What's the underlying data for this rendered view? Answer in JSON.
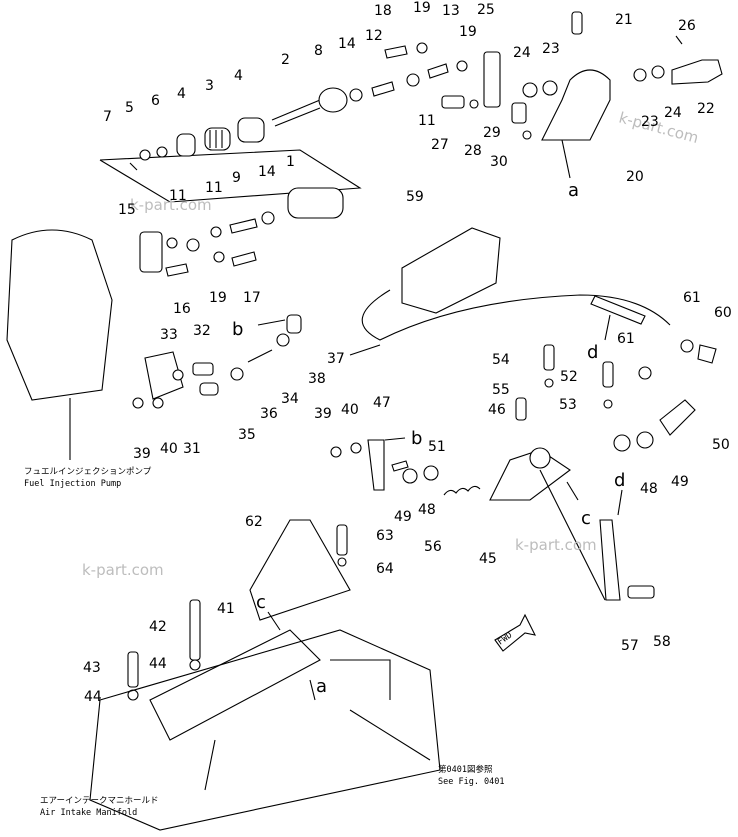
{
  "callouts": {
    "c1": "1",
    "c2": "2",
    "c3": "3",
    "c4a": "4",
    "c4b": "4",
    "c5": "5",
    "c6": "6",
    "c7": "7",
    "c8": "8",
    "c9": "9",
    "c11a": "11",
    "c11b": "11",
    "c11c": "11",
    "c12": "12",
    "c13": "13",
    "c14a": "14",
    "c14b": "14",
    "c15": "15",
    "c16": "16",
    "c17": "17",
    "c18": "18",
    "c19a": "19",
    "c19b": "19",
    "c19c": "19",
    "c20": "20",
    "c21": "21",
    "c22": "22",
    "c23a": "23",
    "c23b": "23",
    "c24a": "24",
    "c24b": "24",
    "c25": "25",
    "c26": "26",
    "c27": "27",
    "c28": "28",
    "c29": "29",
    "c30": "30",
    "c31": "31",
    "c32": "32",
    "c33": "33",
    "c34": "34",
    "c35": "35",
    "c36": "36",
    "c37": "37",
    "c38": "38",
    "c39a": "39",
    "c39b": "39",
    "c40a": "40",
    "c40b": "40",
    "c41": "41",
    "c42": "42",
    "c43": "43",
    "c44a": "44",
    "c44b": "44",
    "c45": "45",
    "c46": "46",
    "c47": "47",
    "c48a": "48",
    "c48b": "48",
    "c49a": "49",
    "c49b": "49",
    "c50": "50",
    "c51": "51",
    "c52": "52",
    "c53": "53",
    "c54": "54",
    "c55": "55",
    "c56": "56",
    "c57": "57",
    "c58": "58",
    "c59": "59",
    "c60": "60",
    "c61a": "61",
    "c61b": "61",
    "c62": "62",
    "c63": "63",
    "c64": "64"
  },
  "letters": {
    "a1": "a",
    "a2": "a",
    "b1": "b",
    "b2": "b",
    "c1": "c",
    "c2": "c",
    "d1": "d",
    "d2": "d"
  },
  "labels": {
    "fuel_jp": "フュエルインジェクションポンプ",
    "fuel_en": "Fuel Injection Pump",
    "air_jp": "エアーインテークマニホールド",
    "air_en": "Air Intake Manifold",
    "see_jp": "第0401図参照",
    "see_en": "See Fig. 0401",
    "fwd": "FWD"
  },
  "watermarks": {
    "w1": "k-part.com",
    "w2": "k-part.com",
    "w3": "k-part.com",
    "w4": "k-part.com"
  }
}
